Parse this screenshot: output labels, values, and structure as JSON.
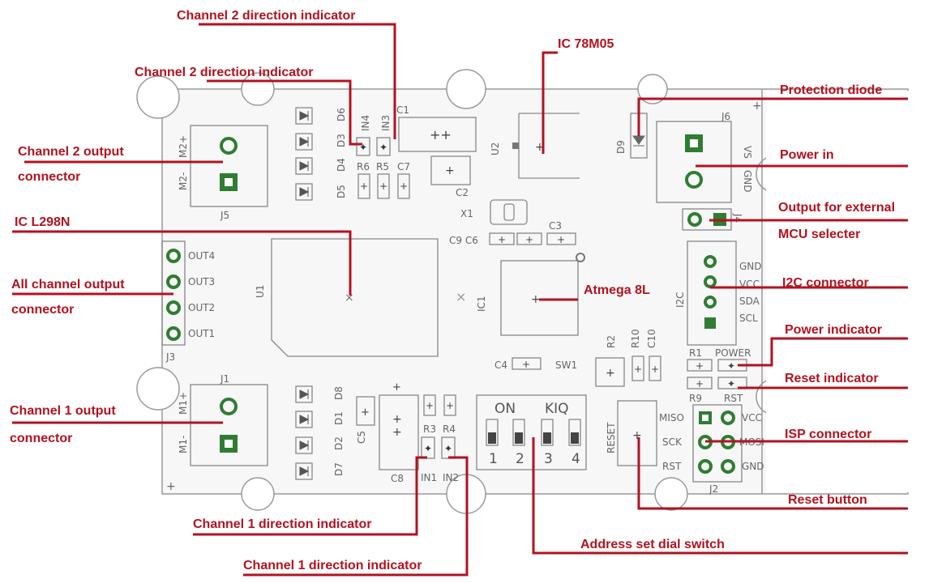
{
  "callouts": {
    "ch2_dir_a": "Channel 2 direction indicator",
    "ch2_dir_b": "Channel 2 direction indicator",
    "ic_78m05": "IC 78M05",
    "protection_diode": "Protection diode",
    "ch2_out_1": "Channel 2 output",
    "ch2_out_2": "connector",
    "power_in": "Power in",
    "output_ext_1": "Output for external",
    "output_ext_2": "MCU selecter",
    "ic_l298n": "IC L298N",
    "all_ch_1": "All channel output",
    "all_ch_2": "connector",
    "atmega": "Atmega 8L",
    "i2c": "I2C connector",
    "power_ind": "Power indicator",
    "reset_ind": "Reset indicator",
    "ch1_out_1": "Channel 1 output",
    "ch1_out_2": "connector",
    "isp": "ISP connector",
    "reset_btn": "Reset button",
    "ch1_dir_a": "Channel 1 direction indicator",
    "address_dial": "Address set dial switch",
    "ch1_dir_b": "Channel 1 direction indicator"
  },
  "silkscreen": {
    "m2p": "M2+",
    "m2m": "M2-",
    "j5": "J5",
    "m1p": "M1+",
    "m1m": "M1-",
    "j1": "J1",
    "d6": "D6",
    "d3": "D3",
    "d4": "D4",
    "d5": "D5",
    "d8": "D8",
    "d1": "D1",
    "d2": "D2",
    "d7": "D7",
    "in4": "IN4",
    "in3": "IN3",
    "c1": "C1",
    "r6": "R6",
    "r5": "R5",
    "c7": "C7",
    "u2": "U2",
    "c2": "C2",
    "x1": "X1",
    "c9c6": "C9 C6",
    "c3": "C3",
    "d9": "D9",
    "j6": "J6",
    "vs": "VS",
    "gnd": "GND",
    "j4": "J4",
    "u1": "U1",
    "ic1": "IC1",
    "out4": "OUT4",
    "out3": "OUT3",
    "out2": "OUT2",
    "out1": "OUT1",
    "j3": "J3",
    "i2c": "I2C",
    "i2c_gnd": "GND",
    "i2c_vcc": "VCC",
    "i2c_sda": "SDA",
    "i2c_scl": "SCL",
    "r2": "R2",
    "r10": "R10",
    "c10": "C10",
    "r1": "R1",
    "power": "POWER",
    "r9": "R9",
    "rst": "RST",
    "c4": "C4",
    "sw1": "SW1",
    "on": "ON",
    "kiq": "KIQ",
    "n1": "1",
    "n2": "2",
    "n3": "3",
    "n4": "4",
    "reset": "RESET",
    "miso": "MISO",
    "sck": "SCK",
    "rst2": "RST",
    "vcc": "VCC",
    "mosi": "MOSI",
    "gnd2": "GND",
    "j2": "J2",
    "c5": "C5",
    "c8": "C8",
    "r3": "R3",
    "r4": "R4",
    "in1": "IN1",
    "in2": "IN2",
    "plus": "+"
  },
  "colors": {
    "callout_red": "#b3121f",
    "pad_green": "#2e7d32",
    "silkscreen_gray": "#666666"
  }
}
